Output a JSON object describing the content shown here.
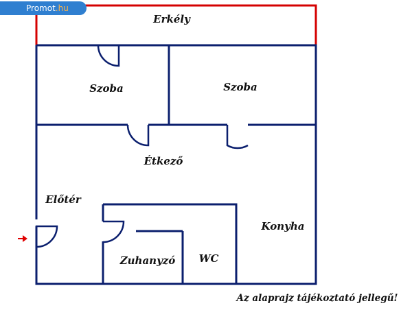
{
  "watermark": {
    "brand": "Promot",
    "tld": ".hu"
  },
  "rooms": {
    "balcony": "Erkély",
    "room_left": "Szoba",
    "room_right": "Szoba",
    "dining": "Étkező",
    "hall": "Előtér",
    "shower": "Zuhanyzó",
    "wc": "WC",
    "kitchen": "Konyha"
  },
  "disclaimer": "Az alaprajz tájékoztató jellegű!",
  "colors": {
    "wall": "#0b1f6e",
    "balcony_rail": "#d40000",
    "entrance_arrow": "#e00000",
    "watermark_bg": "#2f7fd0",
    "watermark_tld": "#ffb347"
  }
}
